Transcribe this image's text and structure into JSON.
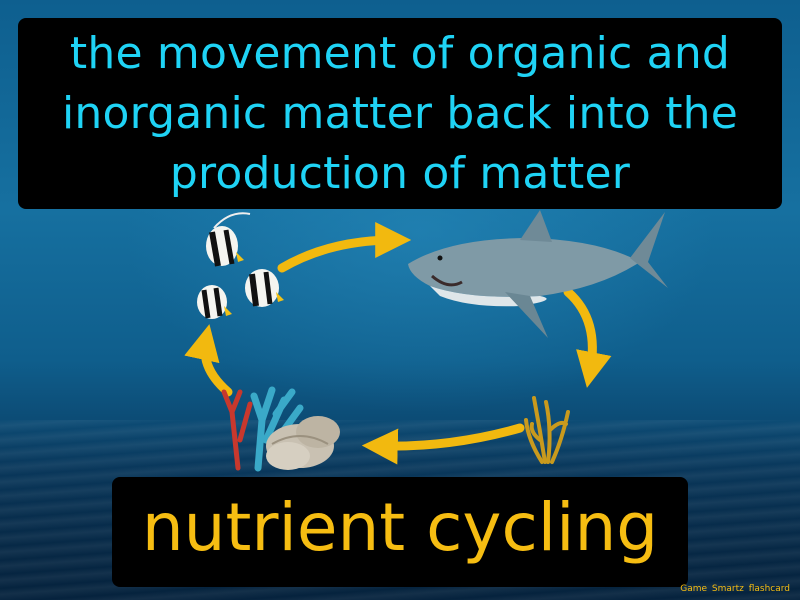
{
  "definition": "the movement of organic and inorganic matter back into the production of matter",
  "term": "nutrient cycling",
  "brand": "Game Smartz flashcard",
  "colors": {
    "definition_text": "#1fd3f5",
    "term_text": "#f6bd12",
    "arrow": "#f2b90f",
    "background": "#0e5f8f"
  },
  "illustration": [
    "fish-group",
    "shark",
    "seaweed",
    "coral-reef",
    "cycle-arrows"
  ]
}
